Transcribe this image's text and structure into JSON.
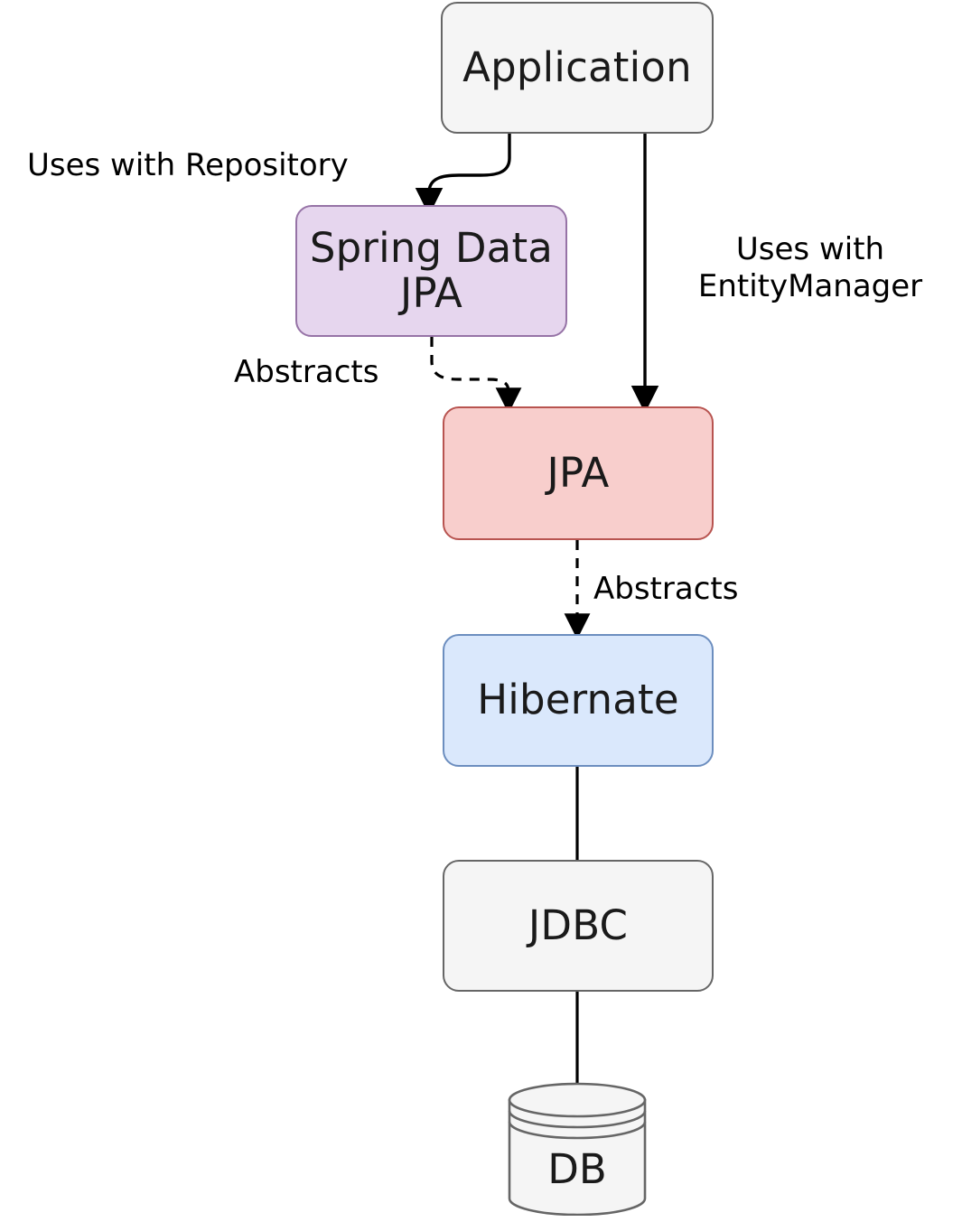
{
  "diagram": {
    "title": "JPA persistence stack layering",
    "background": "#ffffff",
    "nodes": [
      {
        "id": "application",
        "label": "Application",
        "shape": "rounded-rectangle",
        "fill": "#f5f5f5",
        "stroke": "#666666",
        "text_color": "#1a1a1a"
      },
      {
        "id": "spring-data-jpa",
        "label": "Spring Data\nJPA",
        "shape": "rounded-rectangle",
        "fill": "#e6d6ee",
        "stroke": "#9673a6",
        "text_color": "#1a1a1a"
      },
      {
        "id": "jpa",
        "label": "JPA",
        "shape": "rounded-rectangle",
        "fill": "#f8cecc",
        "stroke": "#b85450",
        "text_color": "#1a1a1a"
      },
      {
        "id": "hibernate",
        "label": "Hibernate",
        "shape": "rounded-rectangle",
        "fill": "#dae8fc",
        "stroke": "#6c8ebf",
        "text_color": "#1a1a1a"
      },
      {
        "id": "jdbc",
        "label": "JDBC",
        "shape": "rounded-rectangle",
        "fill": "#f5f5f5",
        "stroke": "#666666",
        "text_color": "#1a1a1a"
      },
      {
        "id": "db",
        "label": "DB",
        "shape": "cylinder",
        "fill": "#f5f5f5",
        "stroke": "#666666",
        "text_color": "#1a1a1a"
      }
    ],
    "edges": [
      {
        "id": "application-to-spring-data-jpa",
        "from": "application",
        "to": "spring-data-jpa",
        "label": "Uses with Repository",
        "style": "solid",
        "arrow": "filled-triangle",
        "routing": "curved"
      },
      {
        "id": "application-to-jpa",
        "from": "application",
        "to": "jpa",
        "label": "Uses with\nEntityManager",
        "style": "solid",
        "arrow": "filled-triangle",
        "routing": "straight"
      },
      {
        "id": "spring-data-jpa-to-jpa",
        "from": "spring-data-jpa",
        "to": "jpa",
        "label": "Abstracts",
        "style": "dashed",
        "arrow": "filled-triangle",
        "routing": "curved"
      },
      {
        "id": "jpa-to-hibernate",
        "from": "jpa",
        "to": "hibernate",
        "label": "Abstracts",
        "style": "dashed",
        "arrow": "filled-triangle",
        "routing": "straight"
      },
      {
        "id": "hibernate-to-jdbc",
        "from": "hibernate",
        "to": "jdbc",
        "label": "",
        "style": "solid",
        "arrow": "none",
        "routing": "straight"
      },
      {
        "id": "jdbc-to-db",
        "from": "jdbc",
        "to": "db",
        "label": "",
        "style": "solid",
        "arrow": "none",
        "routing": "straight"
      }
    ],
    "edge_labels": {
      "uses_with_repository": "Uses with Repository",
      "uses_with_entitymanager": "Uses with\nEntityManager",
      "abstracts_spring_to_jpa": "Abstracts",
      "abstracts_jpa_to_hibernate": "Abstracts"
    }
  }
}
